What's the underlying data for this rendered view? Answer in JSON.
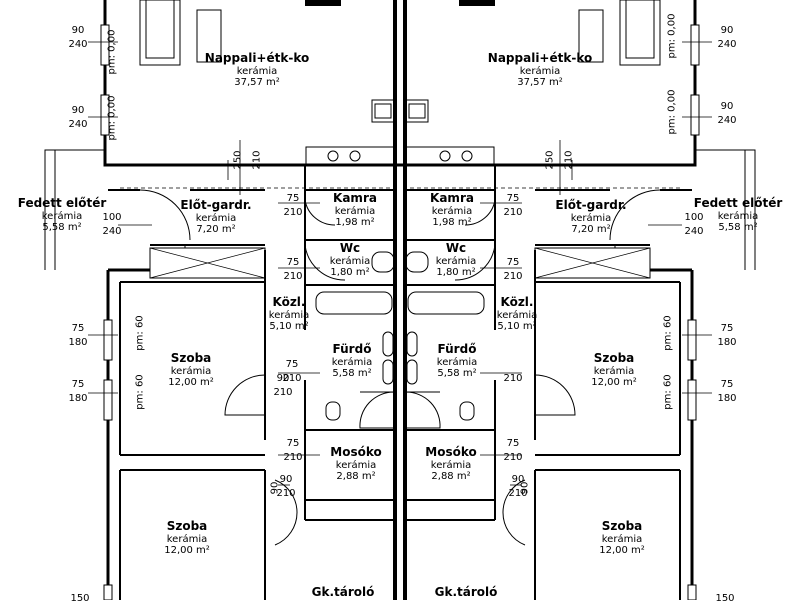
{
  "rooms": {
    "nappali": {
      "name": "Nappali+étk-ko",
      "material": "kerámia",
      "area": "37,57 m²"
    },
    "fedett": {
      "name": "Fedett előtér",
      "material": "kerámia",
      "area": "5,58 m²"
    },
    "elot": {
      "name": "Előt-gardr.",
      "material": "kerámia",
      "area": "7,20 m²"
    },
    "kamra": {
      "name": "Kamra",
      "material": "kerámia",
      "area": "1,98 m²"
    },
    "wc": {
      "name": "Wc",
      "material": "kerámia",
      "area": "1,80 m²"
    },
    "kozl": {
      "name": "Közl.",
      "material": "kerámia",
      "area": "5,10 m²"
    },
    "furdo": {
      "name": "Fürdő",
      "material": "kerámia",
      "area": "5,58 m²"
    },
    "mosoko": {
      "name": "Mosóko",
      "material": "kerámia",
      "area": "2,88 m²"
    },
    "szoba1": {
      "name": "Szoba",
      "material": "kerámia",
      "area": "12,00 m²"
    },
    "szoba2": {
      "name": "Szoba",
      "material": "kerámia",
      "area": "12,00 m²"
    },
    "tarolo": {
      "name": "Gk.tároló"
    }
  },
  "dims": {
    "d90": "90",
    "d240": "240",
    "d75": "75",
    "d180": "180",
    "d100": "100",
    "d210": "210",
    "d250": "250",
    "d150": "150",
    "pm000": "pm: 0,00",
    "pm60": "pm: 60"
  }
}
